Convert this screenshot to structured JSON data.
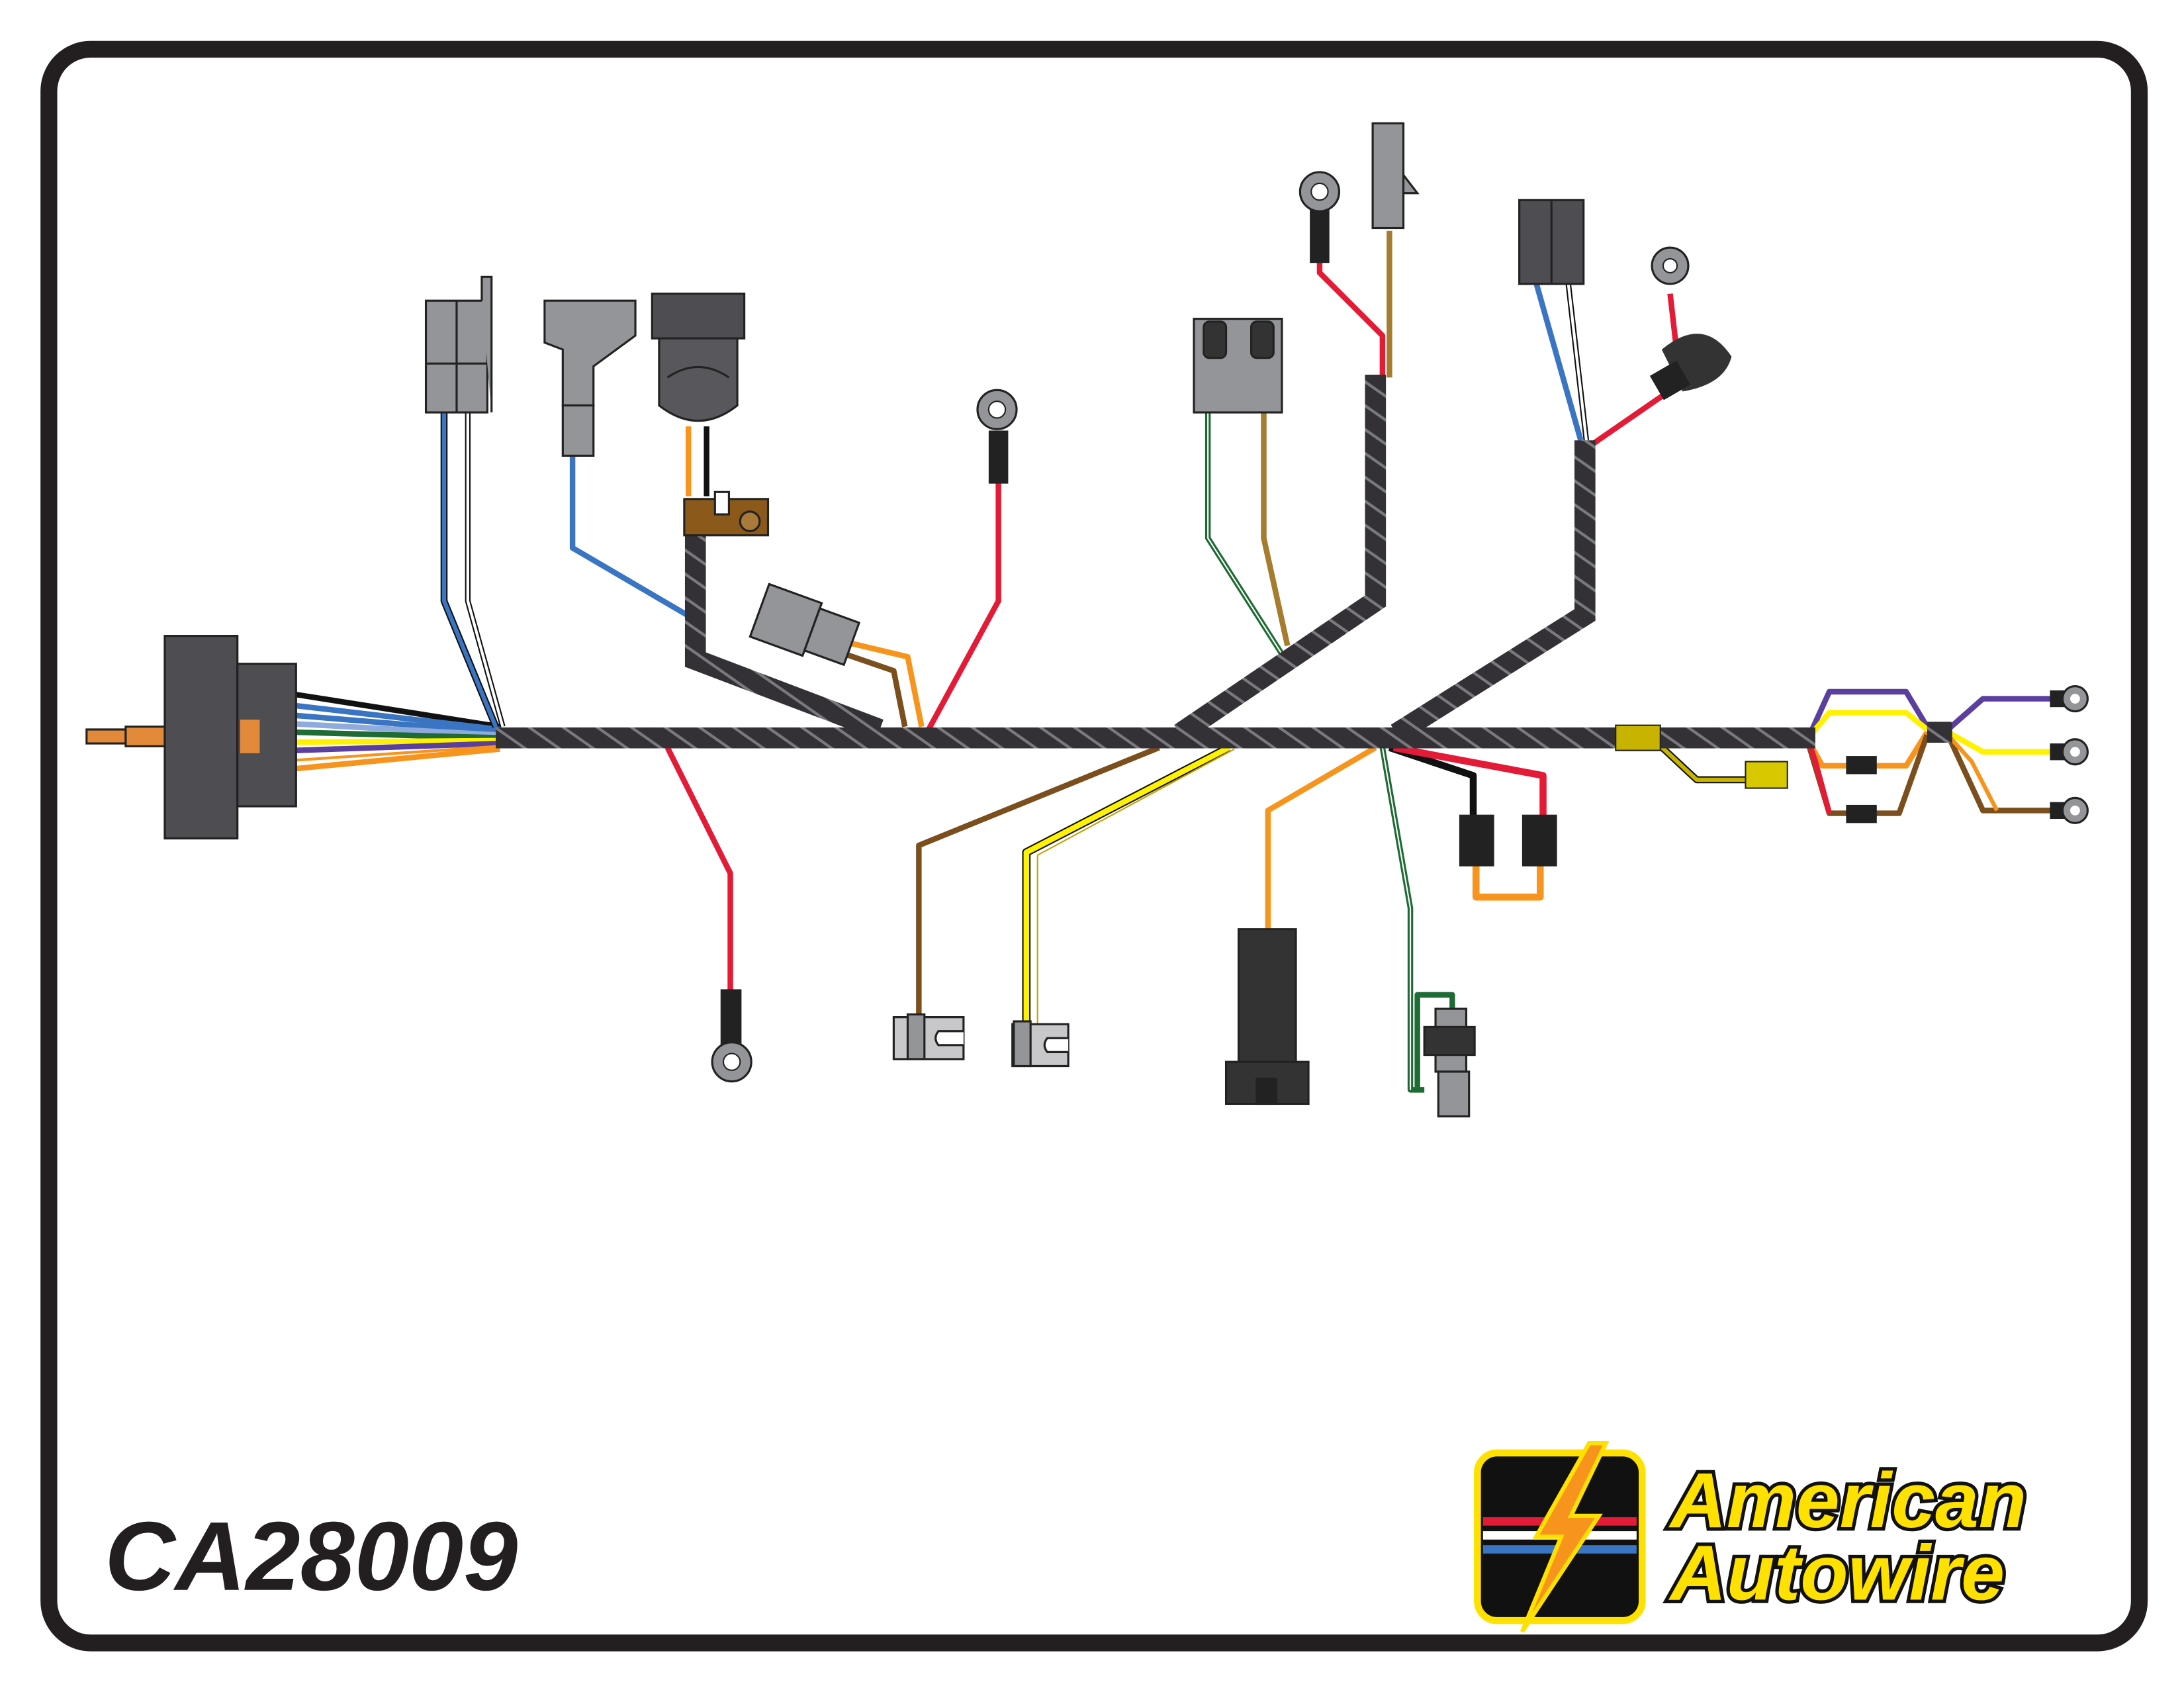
{
  "part_number": "CA28009",
  "logo": {
    "line1": "American",
    "line2": "Autowire"
  },
  "colors": {
    "frame": "#231f20",
    "loom": "#333135",
    "connector_dark": "#4d4d52",
    "connector_gray": "#939598",
    "wire_red": "#e31b36",
    "wire_blue": "#3a75c4",
    "wire_orange": "#f7941d",
    "wire_green": "#1e6b35",
    "wire_yellow": "#fff200",
    "wire_purple": "#5b3f9e",
    "wire_brown": "#7a4e1d",
    "logo_yellow": "#ffe100"
  }
}
